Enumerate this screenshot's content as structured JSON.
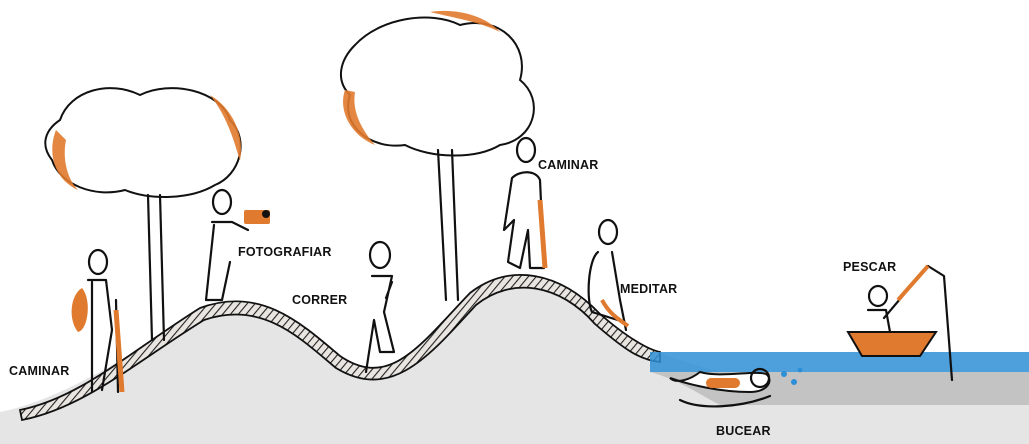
{
  "labels": {
    "caminar_left": "CAMINAR",
    "fotografiar": "FOTOGRAFIAR",
    "correr": "CORRER",
    "caminar_top": "CAMINAR",
    "meditar": "MEDITAR",
    "pescar": "PESCAR",
    "bucear": "BUCEAR"
  },
  "colors": {
    "accent": "#e07a2e",
    "water": "#2f8fd6",
    "ground_shadow": "#9a9a9a",
    "ink": "#111111"
  }
}
